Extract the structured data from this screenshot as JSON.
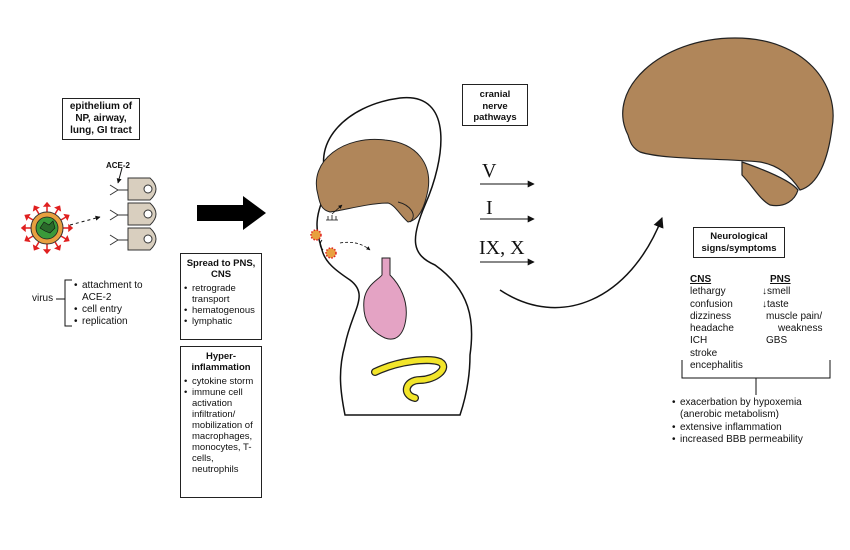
{
  "epithelium_label": "epithelium of NP, airway, lung, GI tract",
  "ace2_label": "ACE-2",
  "virus_label": "virus",
  "virus_steps": [
    "attachment to ACE-2",
    "cell entry",
    "replication"
  ],
  "spread": {
    "title": "Spread to PNS, CNS",
    "items": [
      "retrograde transport",
      "hematogenous",
      "lymphatic"
    ]
  },
  "hyperinflammation": {
    "title": "Hyper-inflammation",
    "items": [
      "cytokine storm",
      "immune cell activation infiltration/ mobilization of macrophages, monocytes, T-cells, neutrophils"
    ]
  },
  "cranial_label": "cranial nerve pathways",
  "nerves": [
    "V",
    "I",
    "IX, X"
  ],
  "neuro_title": "Neurological signs/symptoms",
  "cns": {
    "header": "CNS",
    "items": [
      "lethargy",
      "confusion",
      "dizziness",
      "headache",
      "ICH",
      "stroke",
      "encephalitis"
    ]
  },
  "pns": {
    "header": "PNS",
    "items": [
      "↓smell",
      "↓taste",
      "muscle pain/",
      "weakness",
      "GBS"
    ]
  },
  "consequences": [
    "exacerbation by hypoxemia (anerobic metabolism)",
    "extensive inflammation",
    "increased BBB permeability"
  ],
  "colors": {
    "brain": "#b0865a",
    "stomach": "#e4a3c4",
    "intestine": "#f2e52a",
    "cell": "#d9cfbf",
    "virus_spike": "#e02020",
    "virus_core": "#3a9a3a",
    "virus_ring": "#e8a040"
  }
}
